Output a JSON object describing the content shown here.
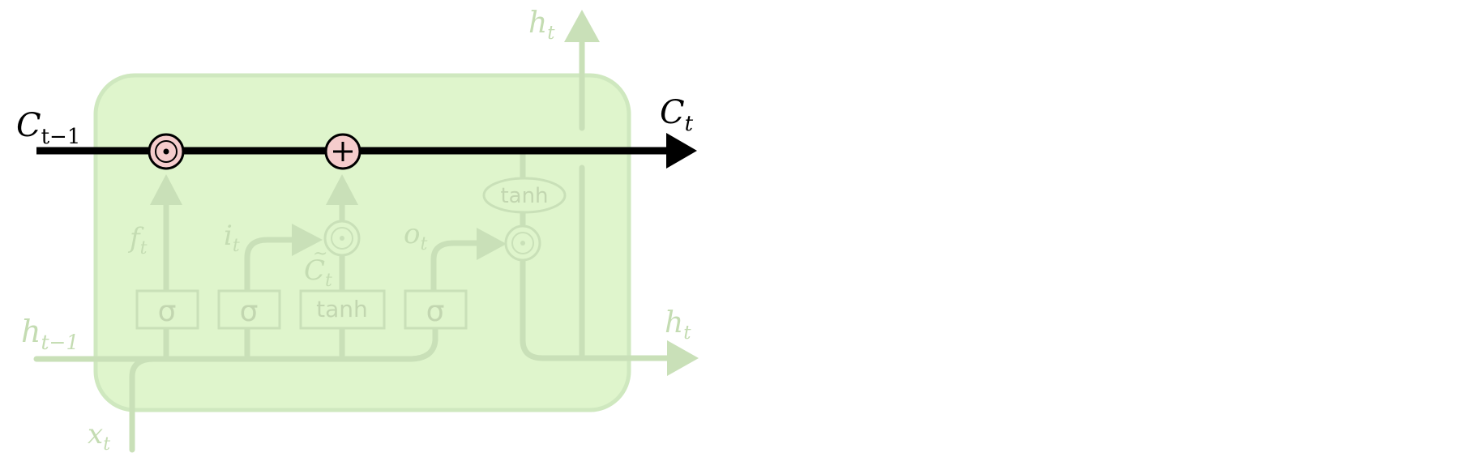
{
  "colors": {
    "background": "#ffffff",
    "cell_fill": "#dff5cc",
    "cell_stroke": "#cfe8bf",
    "faded_line": "#c9e0b8",
    "faded_text": "#c4dcb2",
    "faded_box_text": "#c2d6b0",
    "cell_state_line": "#000000",
    "pointwise_fill": "#f5cccc"
  },
  "labels": {
    "c_prev_main": "C",
    "c_prev_sub": "t−1",
    "c_next_main": "C",
    "c_next_sub": "t",
    "h_prev_main": "h",
    "h_prev_sub": "t−1",
    "h_out_right_main": "h",
    "h_out_right_sub": "t",
    "h_out_top_main": "h",
    "h_out_top_sub": "t",
    "x_main": "x",
    "x_sub": "t",
    "f_main": "f",
    "f_sub": "t",
    "i_main": "i",
    "i_sub": "t",
    "o_main": "o",
    "o_sub": "t",
    "ctilde_main": "C",
    "ctilde_sub": "t"
  },
  "gates": {
    "sigma1": "σ",
    "sigma2": "σ",
    "tanh_box": "tanh",
    "sigma3": "σ",
    "tanh_ellipse": "tanh"
  },
  "ops": {
    "multiply_symbol": "⊙",
    "add_symbol": "+"
  }
}
